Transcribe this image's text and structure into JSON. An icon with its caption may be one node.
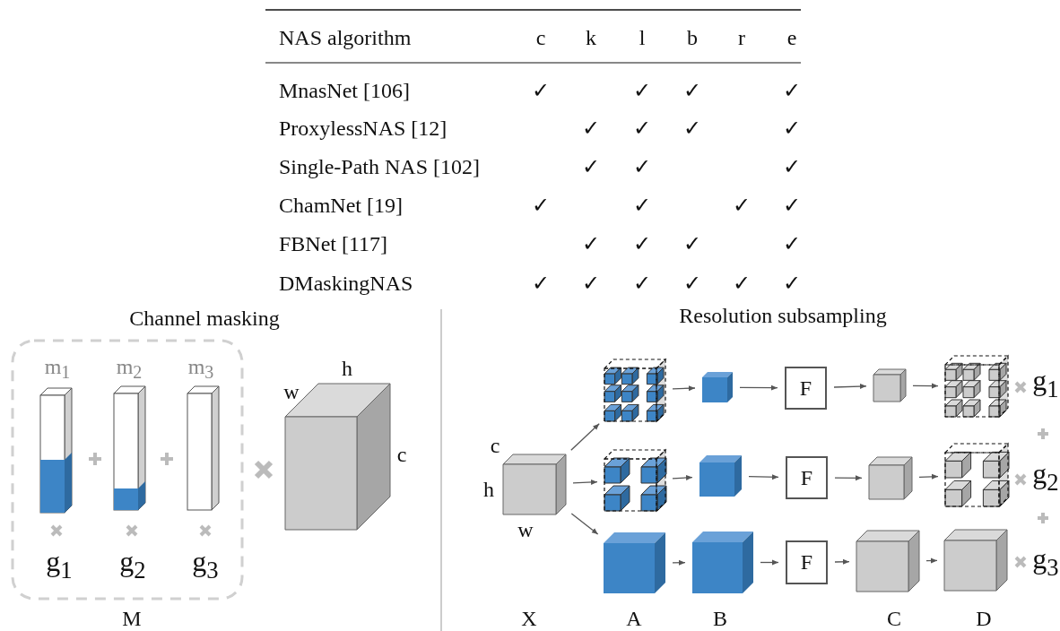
{
  "diagram": {
    "nodes": [
      {
        "text": [],
        "shape": "cube"
      },
      {
        "text": [],
        "shape": "cube"
      },
      {
        "text": [],
        "shape": "cube"
      },
      {
        "text": [
          "F"
        ]
      },
      {
        "text": [],
        "shape": "cube"
      },
      {
        "text": [],
        "shape": "cube"
      },
      {
        "text": [],
        "shape": "cube"
      },
      {
        "text": [],
        "shape": "cube"
      },
      {
        "text": [
          "F"
        ]
      },
      {
        "text": [],
        "shape": "cube"
      },
      {
        "text": [],
        "shape": "cube"
      },
      {
        "text": [],
        "shape": "cube"
      },
      {
        "text": [],
        "shape": "cube"
      },
      {
        "text": [
          "F"
        ]
      },
      {
        "text": [],
        "shape": "cube"
      },
      {
        "text": [],
        "shape": "cube"
      }
    ],
    "edges": [
      {
        "from": 0,
        "to": 1,
        "arrow": "to"
      },
      {
        "from": 1,
        "to": 2,
        "arrow": "to"
      },
      {
        "from": 2,
        "to": 3,
        "arrow": "to"
      },
      {
        "from": 3,
        "to": 4,
        "arrow": "to"
      },
      {
        "from": 4,
        "to": 5,
        "arrow": "to"
      },
      {
        "from": 0,
        "to": 6,
        "arrow": "to"
      },
      {
        "from": 6,
        "to": 7,
        "arrow": "to"
      },
      {
        "from": 7,
        "to": 8,
        "arrow": "to"
      },
      {
        "from": 8,
        "to": 9,
        "arrow": "to"
      },
      {
        "from": 9,
        "to": 10,
        "arrow": "to"
      },
      {
        "from": 0,
        "to": 11,
        "arrow": "to"
      },
      {
        "from": 11,
        "to": 12,
        "arrow": "to"
      },
      {
        "from": 12,
        "to": 13,
        "arrow": "to"
      },
      {
        "from": 13,
        "to": 14,
        "arrow": "to"
      },
      {
        "from": 14,
        "to": 15,
        "arrow": "to"
      }
    ],
    "labels": [
      "NAS algorithm",
      "c",
      "k",
      "l",
      "b",
      "r",
      "e",
      "MnasNet [106]",
      "✓",
      "✓",
      "✓",
      "✓",
      "ProxylessNAS [12]",
      "✓",
      "✓",
      "✓",
      "✓",
      "Single-Path NAS [102]",
      "✓",
      "✓",
      "✓",
      "ChamNet [19]",
      "✓",
      "✓",
      "✓",
      "✓",
      "FBNet [117]",
      "✓",
      "✓",
      "✓",
      "✓",
      "DMaskingNAS",
      "✓",
      "✓",
      "✓",
      "✓",
      "✓",
      "✓",
      "Channel masking",
      "m$_{1}$",
      "m$_{2}$",
      "m$_{3}$",
      "w",
      "h",
      "c",
      "g$_{1}$",
      "g$_{2}$",
      "g$_{3}$",
      "M",
      "Resolution subsampling",
      "c",
      "h",
      "w",
      "g$_{1}$",
      "g$_{2}$",
      "g$_{3}$",
      "X",
      "A",
      "B",
      "C",
      "D"
    ]
  }
}
